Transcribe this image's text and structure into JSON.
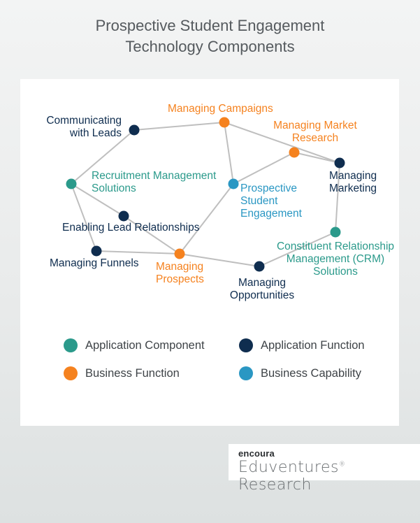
{
  "title": {
    "line1": "Prospective Student Engagement",
    "line2": "Technology Components"
  },
  "colors": {
    "application_component": "#2b9a8b",
    "application_function": "#0f2d4f",
    "business_function": "#f5821f",
    "business_capability": "#2a97c3",
    "edge": "#bfbfbf"
  },
  "nodes": {
    "communicating_with_leads": {
      "line1": "Communicating",
      "line2": "with Leads",
      "type": "application_function"
    },
    "managing_campaigns": {
      "line1": "Managing Campaigns",
      "type": "business_function"
    },
    "managing_market_research": {
      "line1": "Managing Market",
      "line2": "Research",
      "type": "business_function"
    },
    "managing_marketing": {
      "line1": "Managing",
      "line2": "Marketing",
      "type": "application_function"
    },
    "recruitment_management_solutions": {
      "line1": "Recruitment Management",
      "line2": "Solutions",
      "type": "application_component"
    },
    "prospective_student_engagement": {
      "line1": "Prospective",
      "line2": "Student",
      "line3": "Engagement",
      "type": "business_capability"
    },
    "enabling_lead_relationships": {
      "line1": "Enabling Lead Relationships",
      "type": "application_function"
    },
    "managing_funnels": {
      "line1": "Managing Funnels",
      "type": "application_function"
    },
    "managing_prospects": {
      "line1": "Managing",
      "line2": "Prospects",
      "type": "business_function"
    },
    "managing_opportunities": {
      "line1": "Managing",
      "line2": "Opportunities",
      "type": "application_function"
    },
    "crm_solutions": {
      "line1": "Constituent Relationship",
      "line2": "Management (CRM)",
      "line3": "Solutions",
      "type": "application_component"
    }
  },
  "edges": [
    [
      "communicating_with_leads",
      "managing_campaigns"
    ],
    [
      "communicating_with_leads",
      "recruitment_management_solutions"
    ],
    [
      "managing_campaigns",
      "managing_marketing"
    ],
    [
      "managing_campaigns",
      "prospective_student_engagement"
    ],
    [
      "managing_market_research",
      "managing_marketing"
    ],
    [
      "managing_market_research",
      "prospective_student_engagement"
    ],
    [
      "recruitment_management_solutions",
      "enabling_lead_relationships"
    ],
    [
      "recruitment_management_solutions",
      "managing_funnels"
    ],
    [
      "enabling_lead_relationships",
      "managing_prospects"
    ],
    [
      "managing_funnels",
      "managing_prospects"
    ],
    [
      "prospective_student_engagement",
      "managing_prospects"
    ],
    [
      "managing_prospects",
      "managing_opportunities"
    ],
    [
      "managing_opportunities",
      "crm_solutions"
    ],
    [
      "crm_solutions",
      "managing_marketing"
    ]
  ],
  "legend": [
    {
      "label": "Application Component",
      "type": "application_component"
    },
    {
      "label": "Application Function",
      "type": "application_function"
    },
    {
      "label": "Business Function",
      "type": "business_function"
    },
    {
      "label": "Business Capability",
      "type": "business_capability"
    }
  ],
  "brand": {
    "logo_text": "encoura",
    "research_text": "Eduventures",
    "research_text_2": "Research",
    "registered_mark": "®"
  }
}
